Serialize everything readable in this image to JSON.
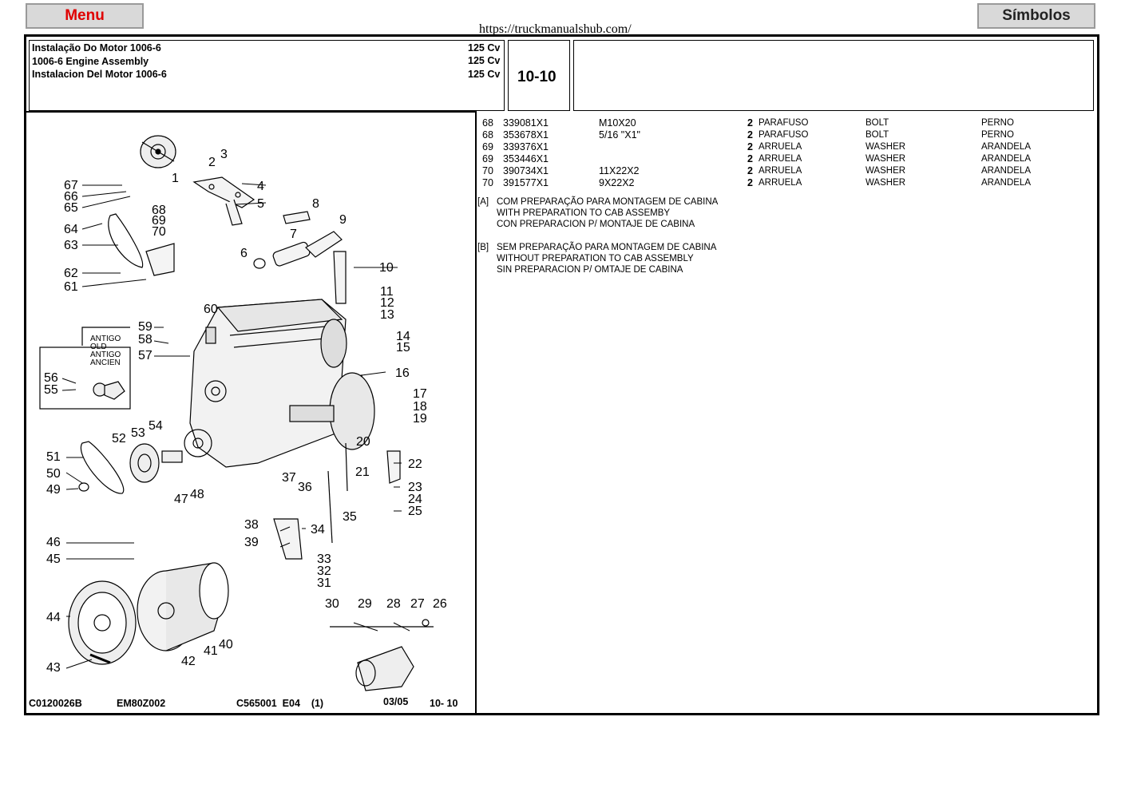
{
  "nav": {
    "menu_label": "Menu",
    "symbols_label": "Símbolos"
  },
  "site_url": "https://truckmanualshub.com/",
  "header": {
    "titles": [
      {
        "text": "Instalação Do Motor 1006-6",
        "power": "125 Cv"
      },
      {
        "text": "1006-6 Engine Assembly",
        "power": "125 Cv"
      },
      {
        "text": "Instalacion Del Motor 1006-6",
        "power": "125 Cv"
      }
    ],
    "page_code": "10-10"
  },
  "parts": [
    {
      "ref": "68",
      "part_no": "339081X1",
      "spec": "M10X20",
      "qty": "2",
      "pt": "PARAFUSO",
      "en": "BOLT",
      "es": "PERNO"
    },
    {
      "ref": "68",
      "part_no": "353678X1",
      "spec": "5/16 \"X1\"",
      "qty": "2",
      "pt": "PARAFUSO",
      "en": "BOLT",
      "es": "PERNO"
    },
    {
      "ref": "69",
      "part_no": "339376X1",
      "spec": "",
      "qty": "2",
      "pt": "ARRUELA",
      "en": "WASHER",
      "es": "ARANDELA"
    },
    {
      "ref": "69",
      "part_no": "353446X1",
      "spec": "",
      "qty": "2",
      "pt": "ARRUELA",
      "en": "WASHER",
      "es": "ARANDELA"
    },
    {
      "ref": "70",
      "part_no": "390734X1",
      "spec": "11X22X2",
      "qty": "2",
      "pt": "ARRUELA",
      "en": "WASHER",
      "es": "ARANDELA"
    },
    {
      "ref": "70",
      "part_no": "391577X1",
      "spec": "9X22X2",
      "qty": "2",
      "pt": "ARRUELA",
      "en": "WASHER",
      "es": "ARANDELA"
    }
  ],
  "notes": [
    {
      "tag": "[A]",
      "lines": [
        "COM PREPARAÇÃO PARA MONTAGEM DE CABINA",
        "WITH PREPARATION TO CAB ASSEMBY",
        "CON PREPARACION P/ MONTAJE DE CABINA"
      ]
    },
    {
      "tag": "[B]",
      "lines": [
        "SEM PREPARAÇÃO  PARA MONTAGEM DE CABINA",
        "WITHOUT PREPARATION TO CAB ASSEMBLY",
        "SIN PREPARACION P/ OMTAJE DE CABINA"
      ]
    }
  ],
  "footer": {
    "code1": "C0120026B",
    "code2": "EM80Z002",
    "serial": "C565001  E04    (1)",
    "date": "03/05",
    "page": "10- 10"
  },
  "diagram": {
    "inset_label": [
      "ANTIGO",
      "OLD",
      "ANTIGO",
      "ANCIEN"
    ],
    "callouts": [
      "1",
      "2",
      "3",
      "4",
      "5",
      "6",
      "7",
      "8",
      "9",
      "10",
      "11",
      "12",
      "13",
      "14",
      "15",
      "16",
      "17",
      "18",
      "19",
      "20",
      "21",
      "22",
      "23",
      "24",
      "25",
      "26",
      "27",
      "28",
      "29",
      "30",
      "31",
      "32",
      "33",
      "34",
      "35",
      "36",
      "37",
      "38",
      "39",
      "40",
      "41",
      "42",
      "43",
      "44",
      "45",
      "46",
      "47",
      "48",
      "49",
      "50",
      "51",
      "52",
      "53",
      "54",
      "55",
      "56",
      "57",
      "58",
      "59",
      "60",
      "61",
      "62",
      "63",
      "64",
      "65",
      "66",
      "67",
      "68",
      "69",
      "70"
    ]
  }
}
